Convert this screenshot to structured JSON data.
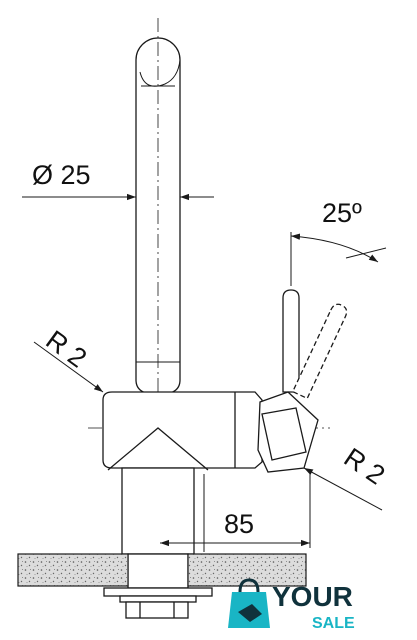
{
  "diagram": {
    "labels": {
      "diameter": "Ø 25",
      "angle": "25º",
      "radius_left": "R 2",
      "radius_right": "R 2",
      "length": "85"
    },
    "logo": {
      "word_top": "YOUR",
      "word_bottom": "SALE"
    },
    "colors": {
      "line": "#1a1a1a",
      "counter_fill": "#d9d9d9",
      "logo_dark": "#10323c",
      "logo_accent": "#19b5c5"
    }
  }
}
